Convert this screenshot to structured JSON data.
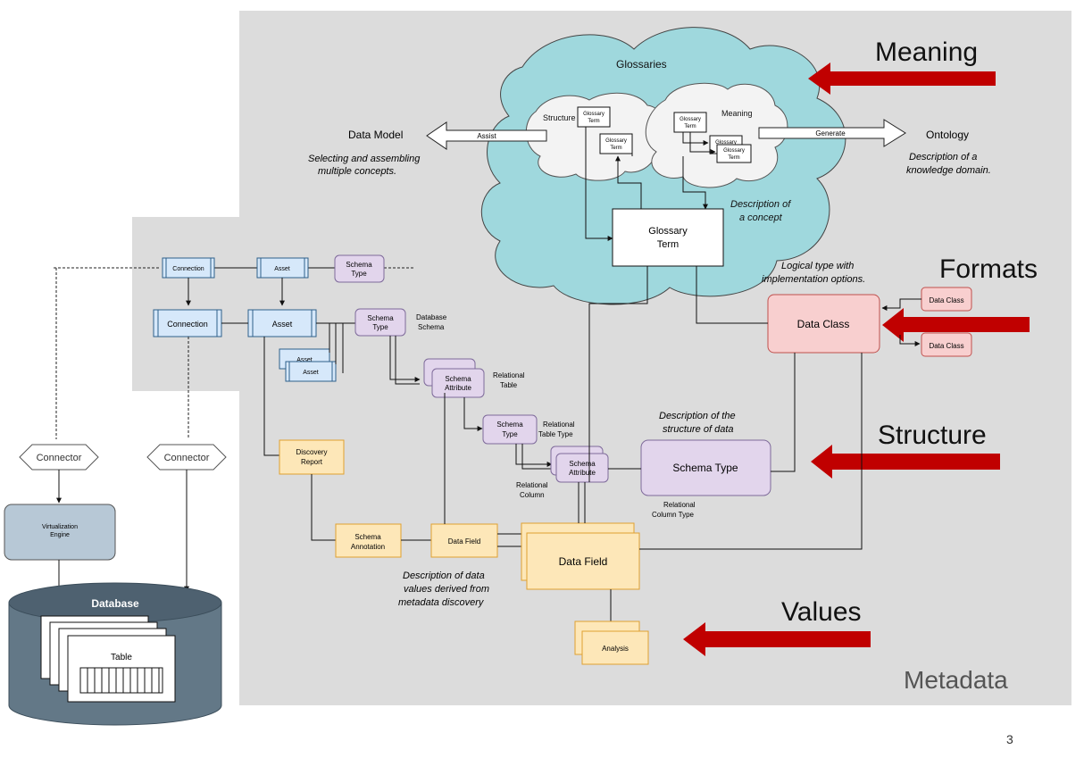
{
  "labels": {
    "meaning": "Meaning",
    "formats": "Formats",
    "structure": "Structure",
    "values": "Values",
    "metadata": "Metadata",
    "page_number": "3"
  },
  "cloud": {
    "title": "Glossaries",
    "structure": "Structure",
    "meaning": "Meaning",
    "glossary": "Glossary",
    "term": "Term",
    "glossary_term_box": [
      "Glossary",
      "Term"
    ],
    "description_concept": [
      "Description of",
      "a concept"
    ]
  },
  "side": {
    "data_model": "Data Model",
    "data_model_desc": [
      "Selecting and assembling",
      "multiple concepts."
    ],
    "assist": "Assist",
    "ontology": "Ontology",
    "ontology_desc": [
      "Description of a",
      "knowledge domain."
    ],
    "generate": "Generate"
  },
  "nodes": {
    "connection": "Connection",
    "asset": "Asset",
    "schema": "Schema",
    "type": "Type",
    "attribute": "Attribute",
    "database_schema": [
      "Database",
      "Schema"
    ],
    "relational_table": [
      "Relational",
      "Table"
    ],
    "relational_table_type": [
      "Relational",
      "Table Type"
    ],
    "relational_column": [
      "Relational",
      "Column"
    ],
    "relational_column_type": [
      "Relational",
      "Column Type"
    ],
    "discovery_report": [
      "Discovery",
      "Report"
    ],
    "schema_annotation": [
      "Schema",
      "Annotation"
    ],
    "data_field": "Data Field",
    "analysis": "Analysis",
    "data_class": "Data Class",
    "schema_type": "Schema Type",
    "logical_type_desc": [
      "Logical type with",
      "implementation options."
    ],
    "structure_desc": [
      "Description of the",
      "structure of data"
    ],
    "values_desc": [
      "Description of data",
      "values derived from",
      "metadata discovery"
    ]
  },
  "left": {
    "connector": "Connector",
    "virtualization_engine": [
      "Virtualization",
      "Engine"
    ],
    "database": "Database",
    "table": "Table"
  },
  "colors": {
    "panel": "#dcdcdc",
    "cloud": "#9fd8dd",
    "blue": "#d6e8fa",
    "purple": "#e2d5ec",
    "orange": "#fde7b8",
    "red_fill": "#f8cfcf",
    "red_arrow": "#c00000",
    "db": "#637887"
  }
}
